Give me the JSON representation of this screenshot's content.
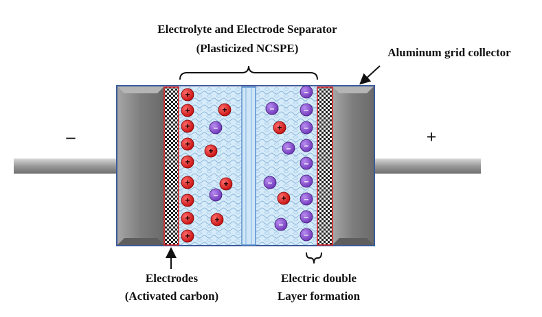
{
  "labels": {
    "separator_line1": "Electrolyte and Electrode Separator",
    "separator_line2": "(Plasticized NCSPE)",
    "collector": "Aluminum grid collector",
    "electrodes_line1": "Electrodes",
    "electrodes_line2": "(Activated carbon)",
    "edl_line1": "Electric double",
    "edl_line2": "Layer formation",
    "negative_terminal": "–",
    "positive_terminal": "+",
    "cation_symbol": "+",
    "anion_symbol": "–"
  },
  "colors": {
    "collector": "#8c8c8c",
    "terminal": "#a9a9a9",
    "electrolyte": "#cfe6f7",
    "electrode_hatch": "#2a2a2a",
    "electrode_border": "#e02020",
    "cation": "#e01b1b",
    "anion": "#8a4fd1",
    "frame": "#3b5a9a"
  },
  "counts": {
    "cations": 15,
    "anions": 15
  }
}
